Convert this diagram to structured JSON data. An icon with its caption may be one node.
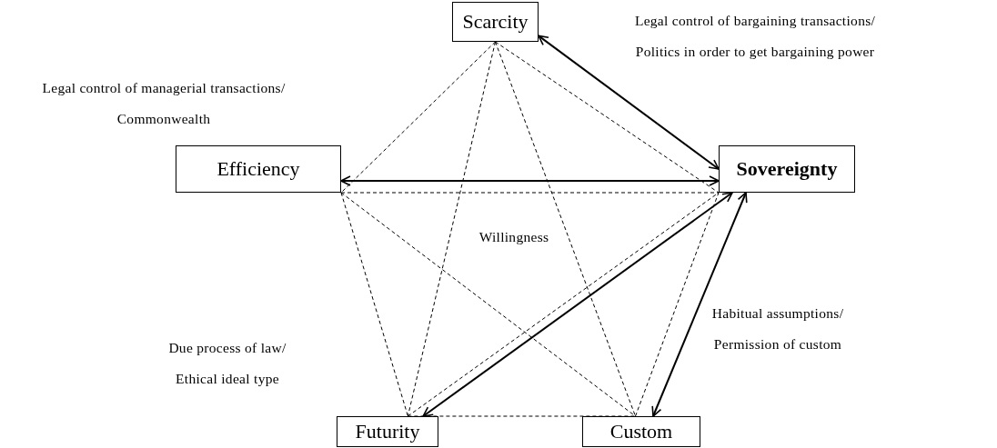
{
  "diagram": {
    "nodes": [
      {
        "text": [
          "Scarcity"
        ]
      },
      {
        "text": [
          "Efficiency"
        ]
      },
      {
        "text": [
          "Sovereignty"
        ]
      },
      {
        "text": [
          "Futurity"
        ]
      },
      {
        "text": [
          "Custom"
        ]
      }
    ],
    "edges": [
      {
        "from": 0,
        "to": 2,
        "arrow": "both"
      },
      {
        "from": 1,
        "to": 2,
        "arrow": "both"
      },
      {
        "from": 3,
        "to": 2,
        "arrow": "both"
      },
      {
        "from": 4,
        "to": 2,
        "arrow": "both"
      },
      {
        "from": 0,
        "to": 1,
        "arrow": "none",
        "style": "dashed"
      },
      {
        "from": 0,
        "to": 2,
        "arrow": "none",
        "style": "dashed"
      },
      {
        "from": 1,
        "to": 3,
        "arrow": "none",
        "style": "dashed"
      },
      {
        "from": 3,
        "to": 4,
        "arrow": "none",
        "style": "dashed"
      },
      {
        "from": 4,
        "to": 2,
        "arrow": "none",
        "style": "dashed"
      },
      {
        "from": 0,
        "to": 3,
        "arrow": "none",
        "style": "dashed"
      },
      {
        "from": 0,
        "to": 4,
        "arrow": "none",
        "style": "dashed"
      },
      {
        "from": 1,
        "to": 4,
        "arrow": "none",
        "style": "dashed"
      },
      {
        "from": 1,
        "to": 2,
        "arrow": "none",
        "style": "dashed"
      },
      {
        "from": 3,
        "to": 2,
        "arrow": "none",
        "style": "dashed"
      }
    ],
    "labels": [
      "Legal control of managerial transactions/ Commonwealth",
      "Legal control of bargaining transactions/ Politics in order to get bargaining power",
      "Willingness",
      "Habitual assumptions/ Permission of custom",
      "Due process of law/ Ethical ideal type"
    ]
  }
}
